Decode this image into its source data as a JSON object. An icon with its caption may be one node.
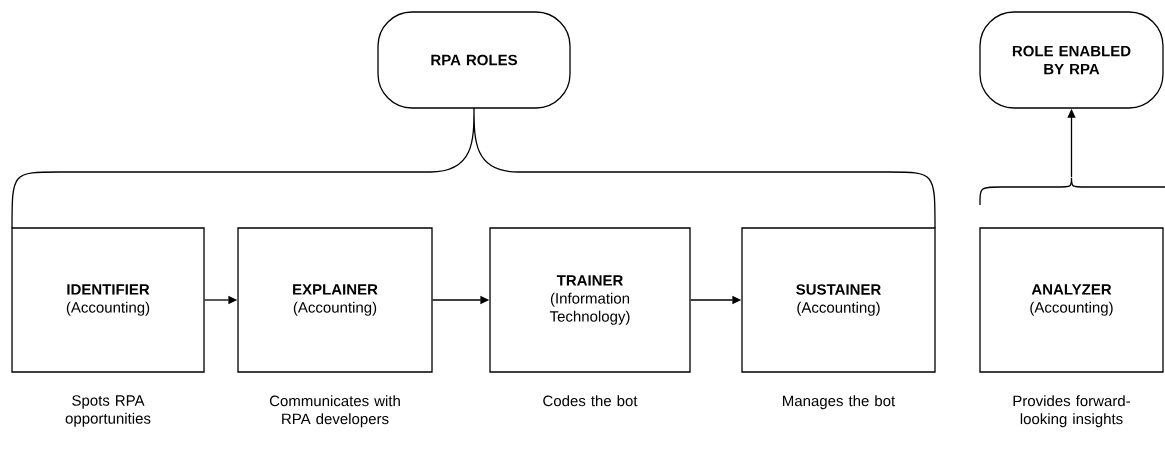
{
  "diagram": {
    "nodes": [
      {
        "text": [
          "RPA ROLES"
        ]
      },
      {
        "text": [
          "ROLE ENABLED BY RPA"
        ]
      },
      {
        "text": [
          "IDENTIFIER",
          "(Accounting)"
        ],
        "beside": [
          "Spots RPA opportunities"
        ]
      },
      {
        "text": [
          "EXPLAINER",
          "(Accounting)"
        ],
        "beside": [
          "Communicates with RPA developers"
        ]
      },
      {
        "text": [
          "TRAINER",
          "(Information Technology)"
        ],
        "beside": [
          "Codes the bot"
        ]
      },
      {
        "text": [
          "SUSTAINER",
          "(Accounting)"
        ],
        "beside": [
          "Manages the bot"
        ]
      },
      {
        "text": [
          "ANALYZER",
          "(Accounting)"
        ],
        "beside": [
          "Provides forward-looking insights"
        ]
      }
    ],
    "edges": [
      {
        "from": 2,
        "to": 3,
        "arrow": "to"
      },
      {
        "from": 3,
        "to": 4,
        "arrow": "to"
      },
      {
        "from": 4,
        "to": 5,
        "arrow": "to"
      },
      {
        "from": 6,
        "to": 1,
        "arrow": "to"
      }
    ]
  }
}
